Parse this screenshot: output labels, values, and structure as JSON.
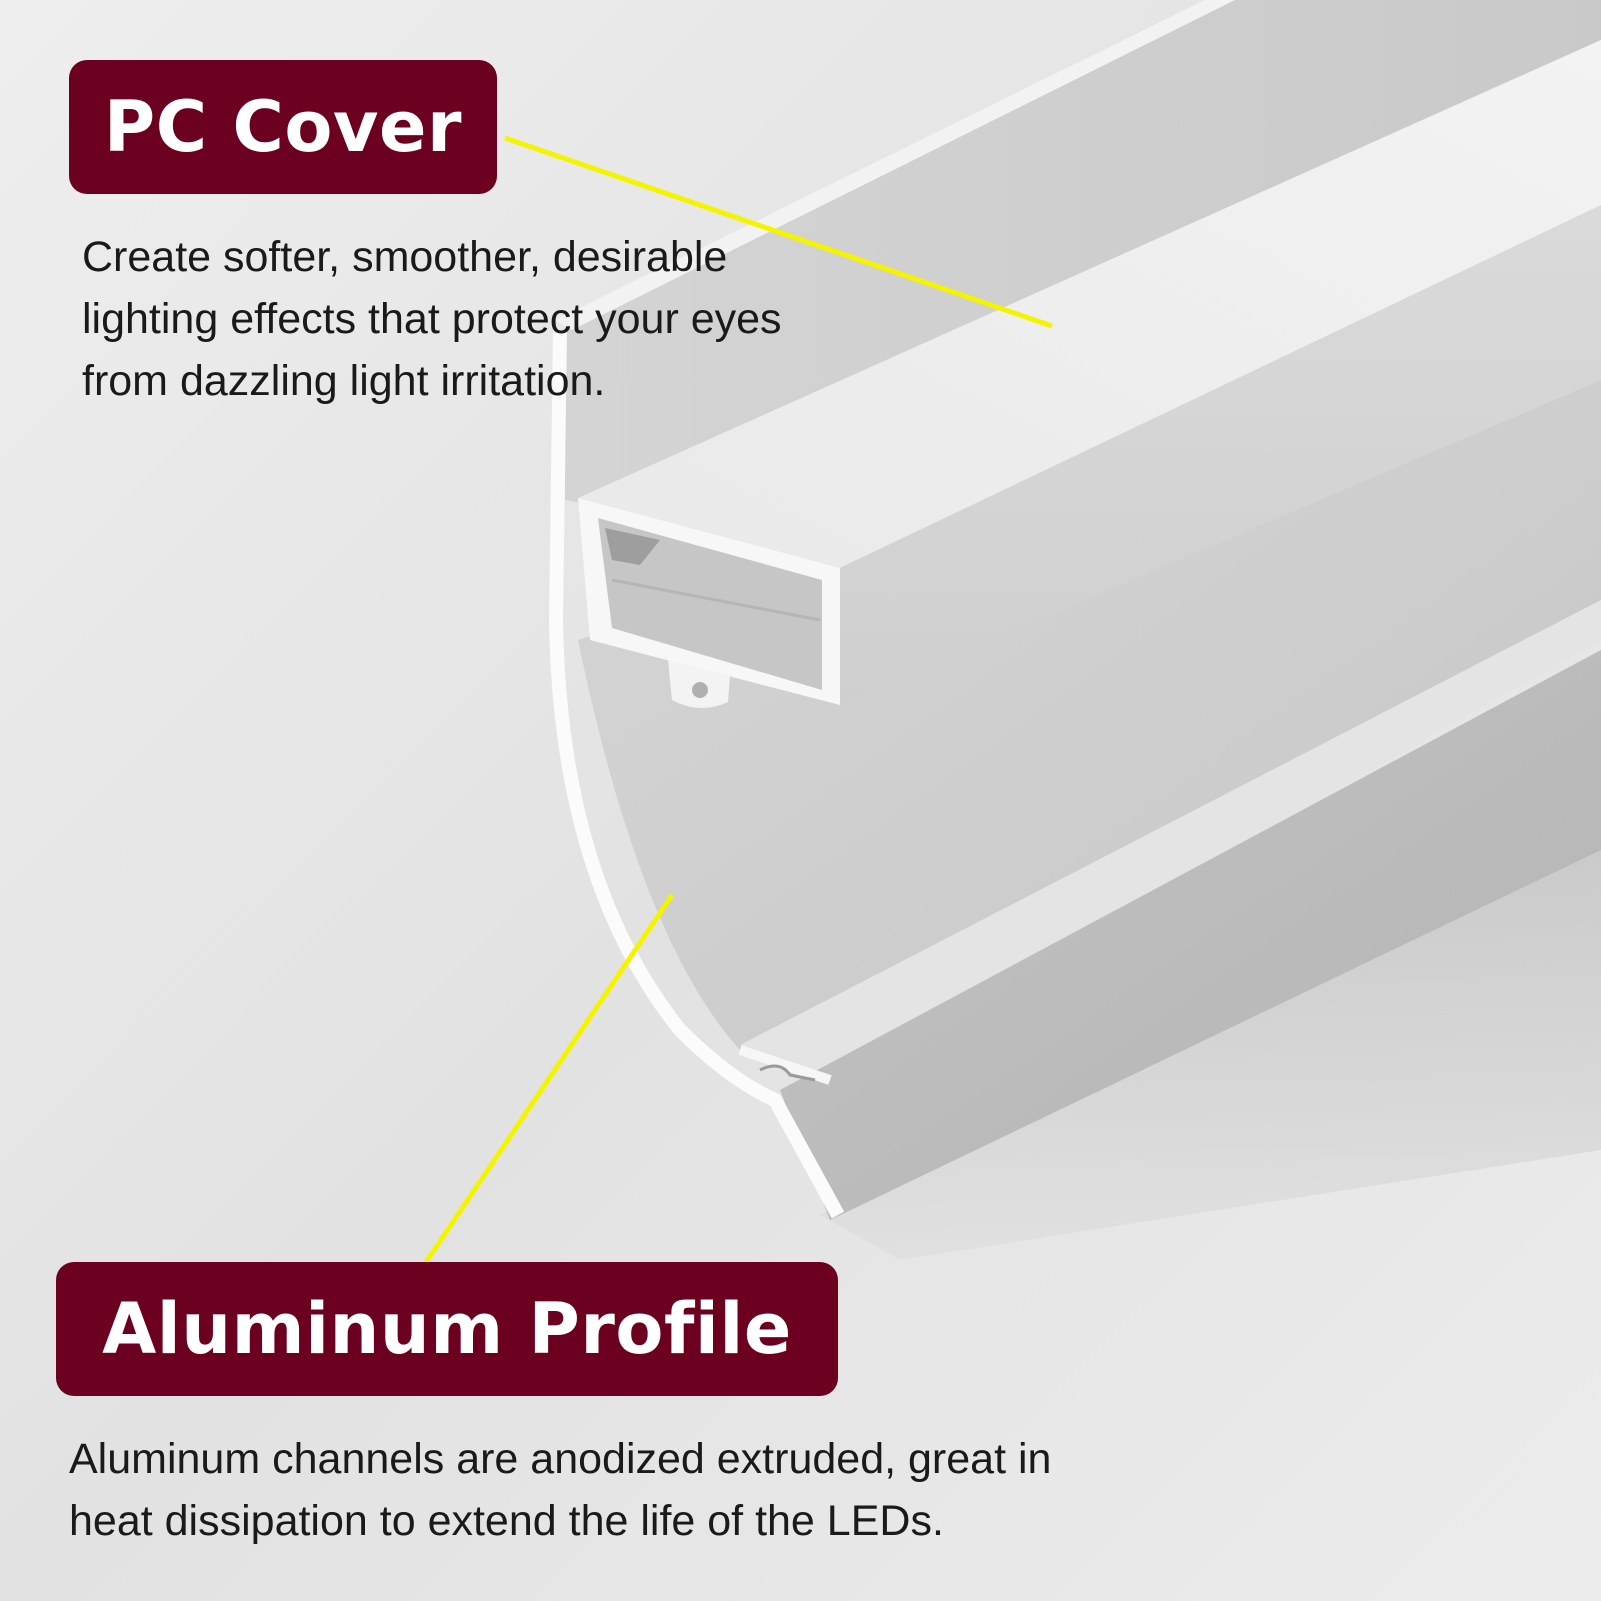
{
  "colors": {
    "label_background": "#6b0020",
    "label_text": "#ffffff",
    "leader_line": "#f4f400",
    "background": "#e6e6e6"
  },
  "callouts": [
    {
      "title": "PC Cover",
      "description_lines": [
        "Create softer, smoother, desirable",
        "lighting effects that protect your eyes",
        "from dazzling light irritation."
      ]
    },
    {
      "title": "Aluminum Profile",
      "description_lines": [
        "Aluminum channels are anodized extruded, great in",
        "heat dissipation to extend the life of the LEDs."
      ]
    }
  ]
}
